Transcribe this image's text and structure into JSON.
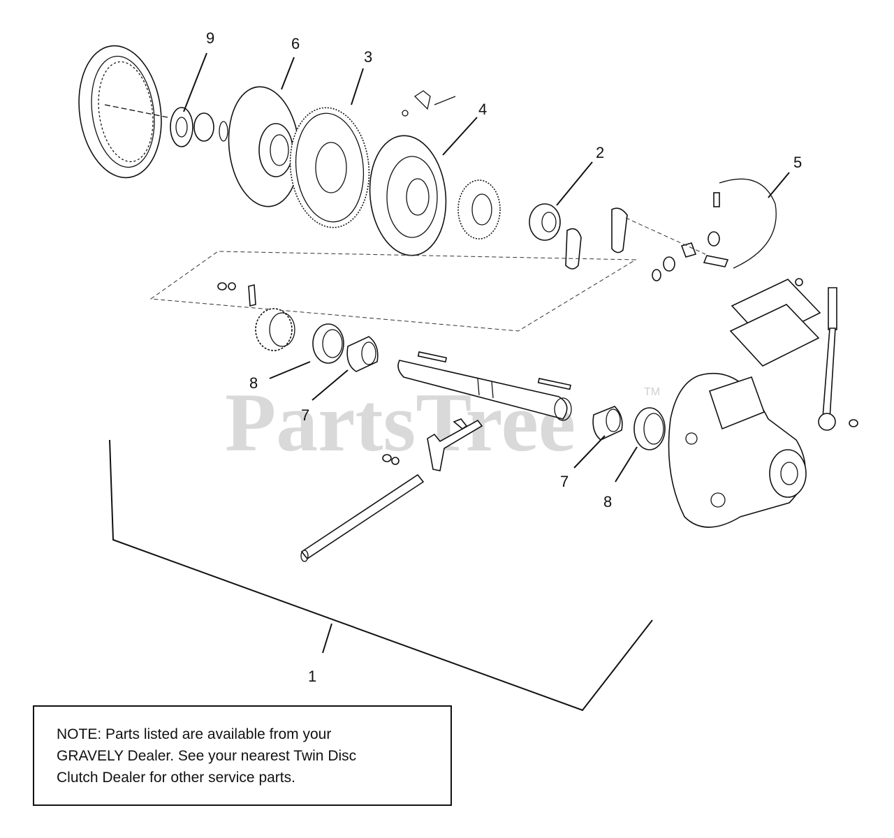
{
  "watermark": {
    "text": "PartsTree",
    "tm": "TM"
  },
  "callouts": [
    {
      "id": "c9",
      "label": "9"
    },
    {
      "id": "c6",
      "label": "6"
    },
    {
      "id": "c3",
      "label": "3"
    },
    {
      "id": "c4",
      "label": "4"
    },
    {
      "id": "c2",
      "label": "2"
    },
    {
      "id": "c5",
      "label": "5"
    },
    {
      "id": "c8a",
      "label": "8"
    },
    {
      "id": "c7a",
      "label": "7"
    },
    {
      "id": "c7b",
      "label": "7"
    },
    {
      "id": "c8b",
      "label": "8"
    },
    {
      "id": "c1",
      "label": "1"
    }
  ],
  "note": {
    "lines": [
      "NOTE:  Parts listed are available from your",
      "GRAVELY Dealer. See your nearest Twin Disc",
      "Clutch Dealer for other service parts."
    ]
  }
}
